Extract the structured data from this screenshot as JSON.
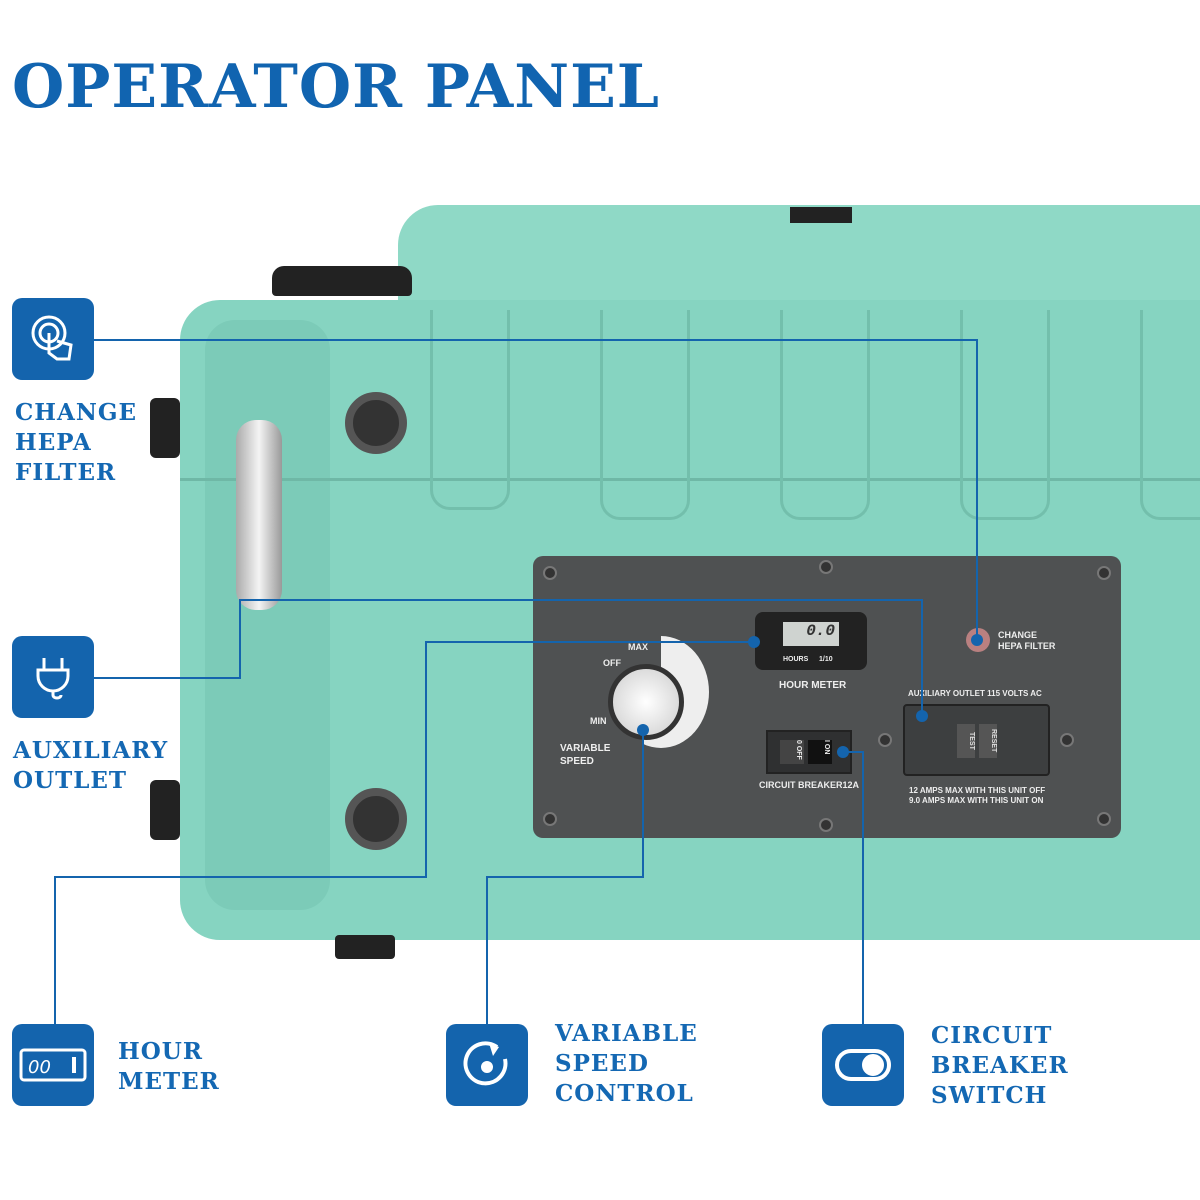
{
  "title": "OPERATOR PANEL",
  "callouts": {
    "change_hepa": [
      "CHANGE",
      "HEPA",
      "FILTER"
    ],
    "aux_outlet": [
      "AUXILIARY",
      "OUTLET"
    ],
    "hour_meter": [
      "HOUR",
      "METER"
    ],
    "variable_speed": [
      "VARIABLE",
      "SPEED",
      "CONTROL"
    ],
    "circuit_breaker": [
      "CIRCUIT",
      "BREAKER",
      "SWITCH"
    ]
  },
  "panel": {
    "speed_max": "MAX",
    "speed_off": "OFF",
    "speed_min": "MIN",
    "variable_speed": "VARIABLE",
    "variable_speed2": "SPEED",
    "meter_value": "0.0",
    "meter_hours": "HOURS",
    "meter_unit": "1/10",
    "hour_meter": "HOUR METER",
    "hepa_1": "CHANGE",
    "hepa_2": "HEPA FILTER",
    "aux_label": "AUXILIARY OUTLET 115 VOLTS AC",
    "test": "TEST",
    "reset": "RESET",
    "breaker_off": "0 OFF",
    "breaker_on": "I ON",
    "breaker_label": "CIRCUIT BREAKER12A",
    "amps_off": "12 AMPS MAX WITH THIS UNIT OFF",
    "amps_on": "9.0 AMPS MAX WITH THIS UNIT ON"
  },
  "colors": {
    "brand": "#1464ad",
    "device": "#86d4c1",
    "panel": "#4f5152"
  }
}
